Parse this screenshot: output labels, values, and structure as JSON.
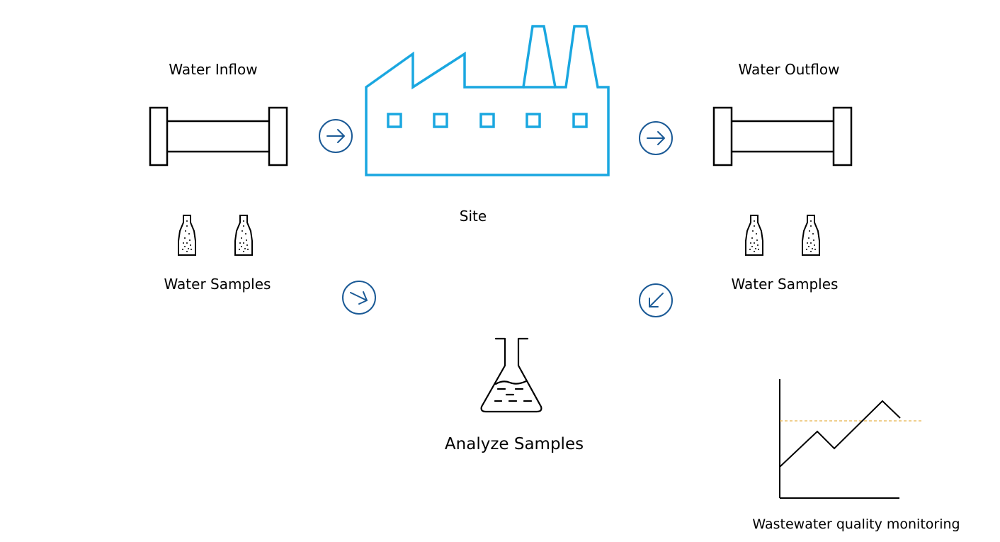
{
  "labels": {
    "water_inflow": "Water Inflow",
    "water_outflow": "Water Outflow",
    "site": "Site",
    "water_samples_left": "Water Samples",
    "water_samples_right": "Water Samples",
    "analyze_samples": "Analyze Samples",
    "monitoring": "Wastewater quality monitoring"
  },
  "colors": {
    "factory": "#1AA7E0",
    "arrow": "#1B5A96",
    "icon_stroke": "#000000",
    "threshold": "#E8B24A"
  },
  "icons": {
    "factory": "factory-icon",
    "pipe": "pipe-icon",
    "bottle": "sample-bottle-icon",
    "flask": "lab-flask-icon",
    "chart": "line-chart-icon",
    "arrow_right": "arrow-right-icon",
    "arrow_down_right": "arrow-down-right-icon",
    "arrow_down_left": "arrow-down-left-icon"
  }
}
